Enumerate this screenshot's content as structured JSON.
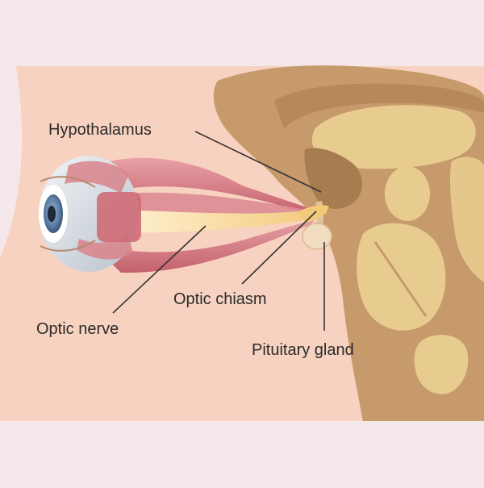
{
  "labels": {
    "hypothalamus": "Hypothalamus",
    "optic_chiasm": "Optic chiasm",
    "optic_nerve": "Optic nerve",
    "pituitary_gland": "Pituitary gland"
  },
  "colors": {
    "page_background": "#f4e8ea",
    "skin": "#f8d2c0",
    "brain_tan": "#c79a6c",
    "brain_inner": "#e8cc8f",
    "hypothalamus_brown": "#a77c4e",
    "muscle_red": "#d47b83",
    "nerve_yellow": "#f3c97a",
    "iris_blue": "#5d7fa6",
    "leader_line": "#333333"
  }
}
